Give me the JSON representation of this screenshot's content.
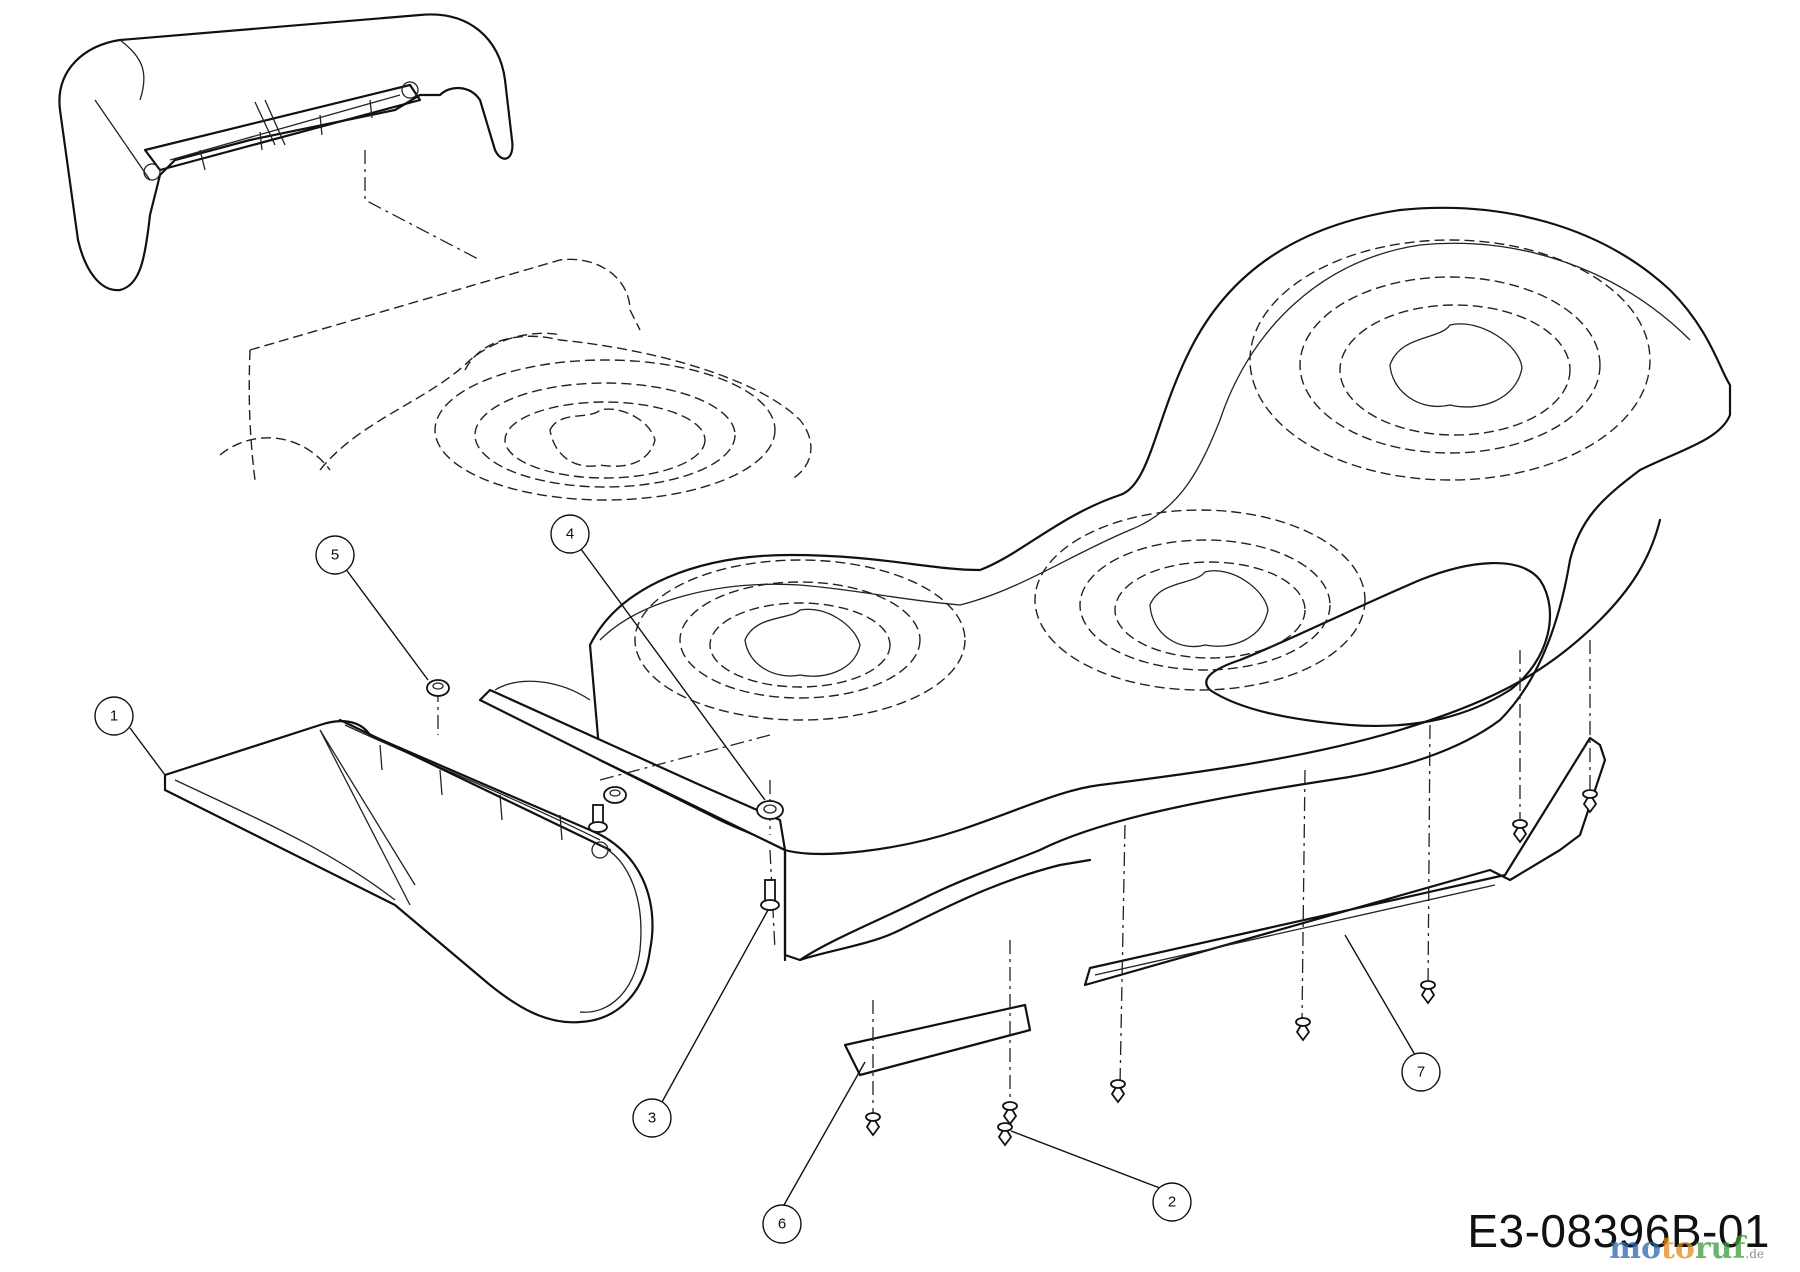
{
  "callouts": [
    {
      "id": "1",
      "label": "1"
    },
    {
      "id": "2",
      "label": "2"
    },
    {
      "id": "3",
      "label": "3"
    },
    {
      "id": "4",
      "label": "4"
    },
    {
      "id": "5",
      "label": "5"
    },
    {
      "id": "6",
      "label": "6"
    },
    {
      "id": "7",
      "label": "7"
    }
  ],
  "drawing_number": "E3-08396B-01",
  "watermark": {
    "part1": "mo",
    "part2": "to",
    "part3": "ruf",
    "tld": ".de"
  }
}
